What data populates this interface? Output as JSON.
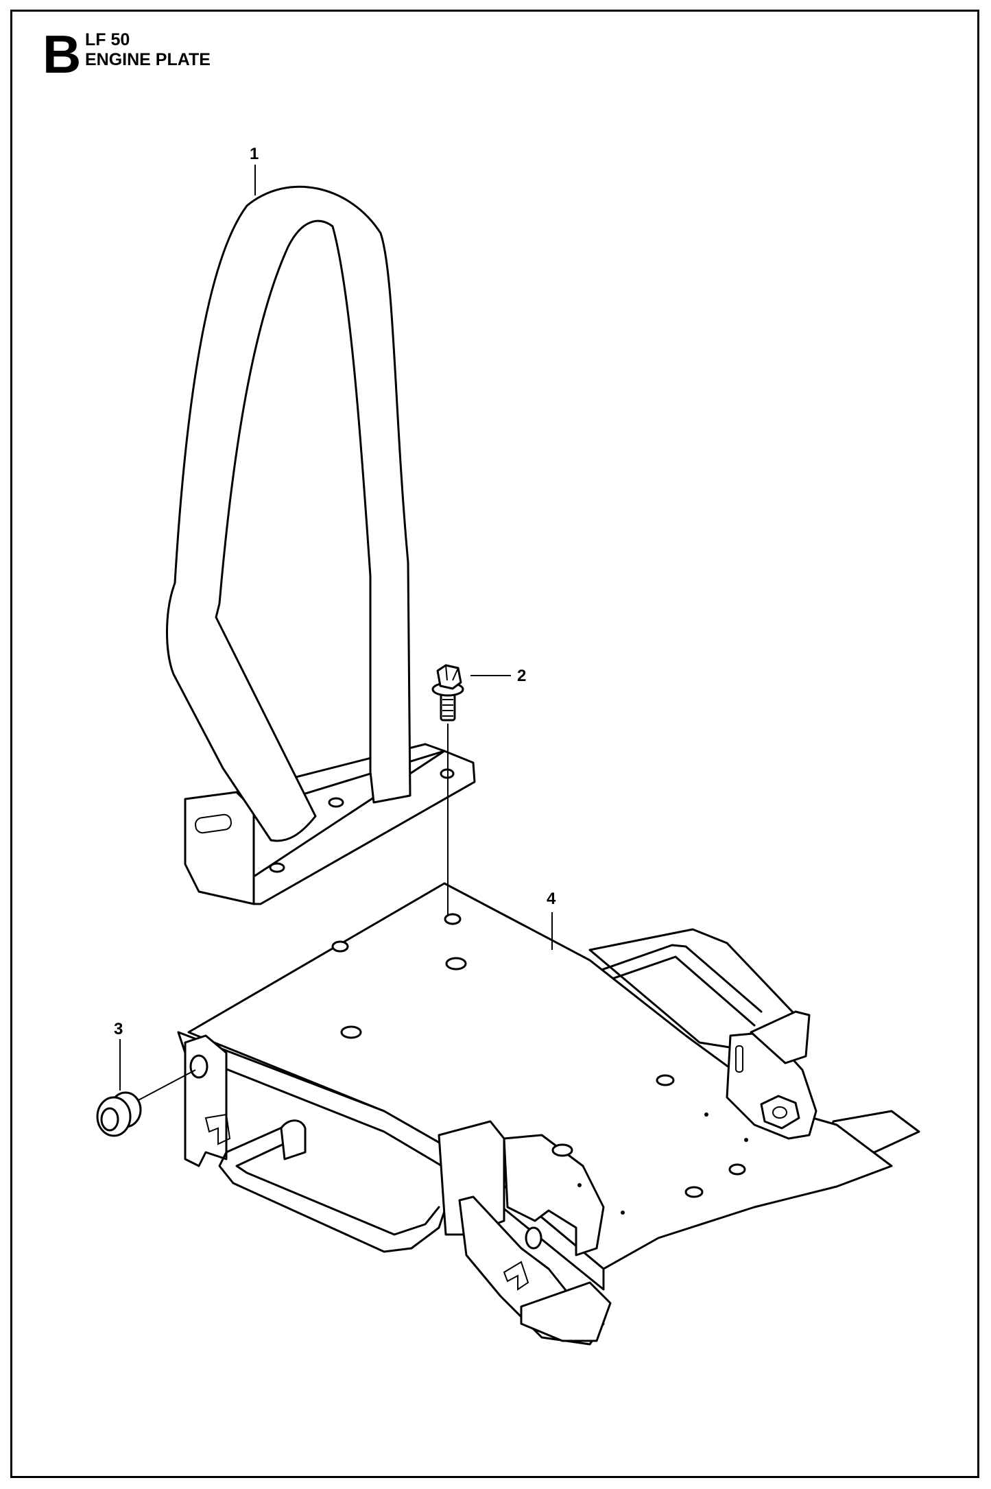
{
  "header": {
    "section": "B",
    "model": "LF 50",
    "title": "ENGINE PLATE"
  },
  "callouts": [
    {
      "label": "1",
      "part": "handle bar"
    },
    {
      "label": "2",
      "part": "flange bolt"
    },
    {
      "label": "3",
      "part": "rubber grommet"
    },
    {
      "label": "4",
      "part": "engine plate"
    }
  ]
}
